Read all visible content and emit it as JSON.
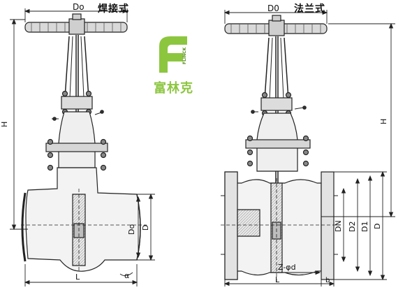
{
  "captions": {
    "welded": "焊接式",
    "flanged": "法兰式"
  },
  "logo": {
    "name_cn": "富林克",
    "name_en": "FLINCK",
    "brand_color": "#8cc63f"
  },
  "welded_labels": {
    "do_top": "Do",
    "h": "H",
    "do_side": "Do",
    "d": "D",
    "l": "L",
    "alpha": "α"
  },
  "flanged_labels": {
    "do_top": "D0",
    "h": "H",
    "dn": "DN",
    "d2": "D2",
    "d1": "D1",
    "d": "D",
    "z_phi_d": "Z-φd",
    "l": "L",
    "b": "b"
  }
}
